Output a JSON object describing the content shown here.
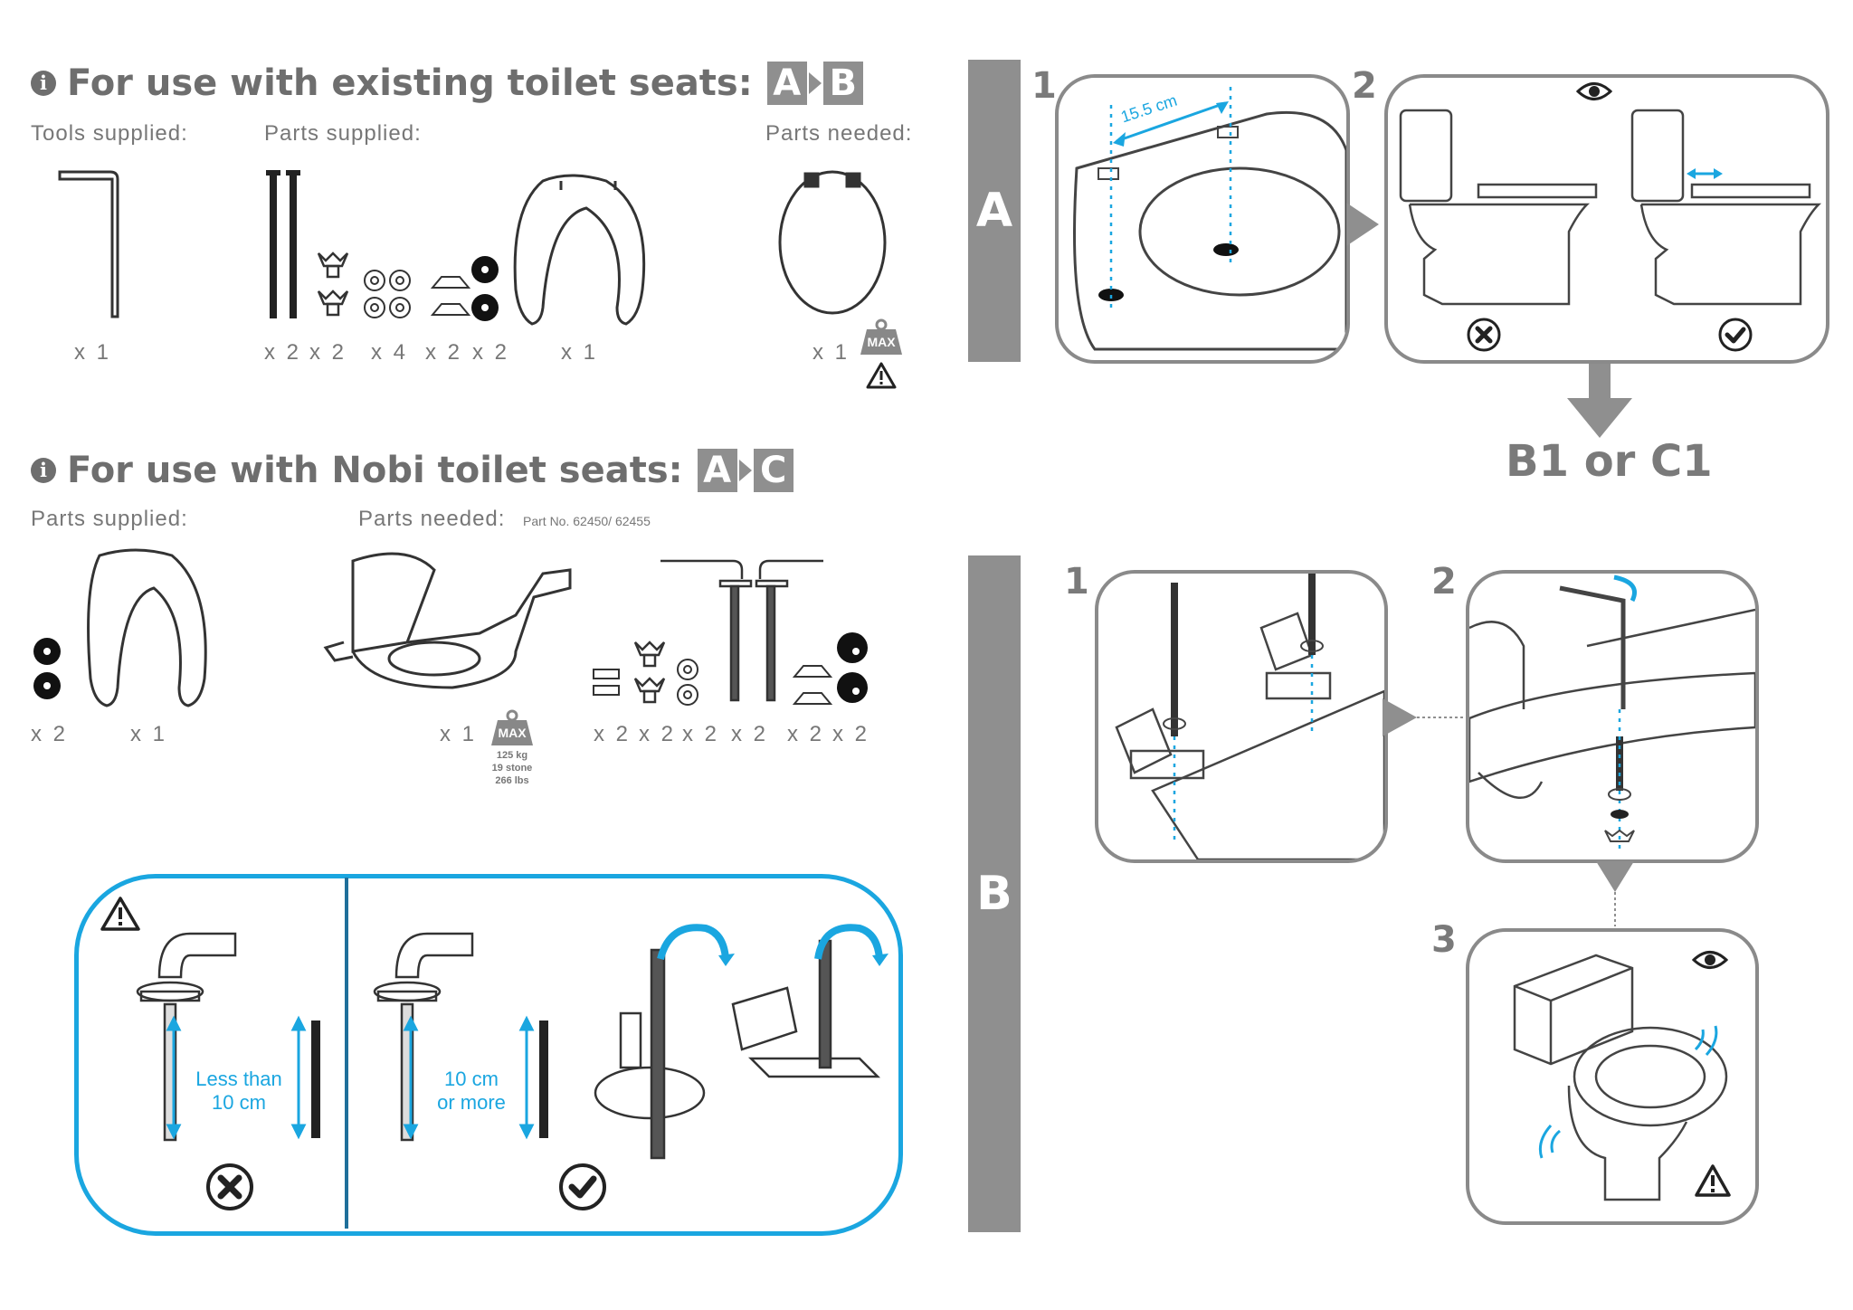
{
  "section1": {
    "title": "For use with existing toilet seats:",
    "label_from": "A",
    "label_to": "B",
    "tools_label": "Tools supplied:",
    "parts_label": "Parts supplied:",
    "needed_label": "Parts needed:",
    "qty": {
      "allen_key": "x 1",
      "bolts": "x 2",
      "wingnuts": "x 2",
      "washers": "x 4",
      "cones": "x 2",
      "rubber": "x 2",
      "frame": "x 1",
      "seat": "x 1"
    },
    "max_label": "MAX"
  },
  "section2": {
    "title": "For use with Nobi toilet seats:",
    "label_from": "A",
    "label_to": "C",
    "parts_label": "Parts supplied:",
    "needed_label": "Parts needed:",
    "part_no": "Part No. 62450/ 62455",
    "qty": {
      "rubber": "x 2",
      "frame": "x 1",
      "nobi_seat": "x 1",
      "caps": "x 2",
      "wingnuts": "x 2",
      "washers": "x 2",
      "bolts": "x 2",
      "cones": "x 2",
      "rubber2": "x 2"
    },
    "max_label": "MAX",
    "max_kg": "125 kg",
    "max_stone": "19 stone",
    "max_lbs": "266 lbs"
  },
  "bolt_panel": {
    "less_than_line1": "Less than",
    "less_than_line2": "10 cm",
    "more_line1": "10 cm",
    "more_line2": "or more"
  },
  "stepA": {
    "bar_label": "A",
    "step1": "1",
    "step2": "2",
    "measure": "15.5 cm",
    "next": "B1 or C1"
  },
  "stepB": {
    "bar_label": "B",
    "step1": "1",
    "step2": "2",
    "step3": "3"
  },
  "colors": {
    "accent_blue": "#1aa6e0",
    "grey": "#8f8f8f",
    "text_grey": "#6e6e6e"
  },
  "icons": [
    "info-icon",
    "warning-icon",
    "cross-icon",
    "check-icon",
    "eye-icon",
    "rotate-arrow-icon",
    "weight-max-icon"
  ]
}
